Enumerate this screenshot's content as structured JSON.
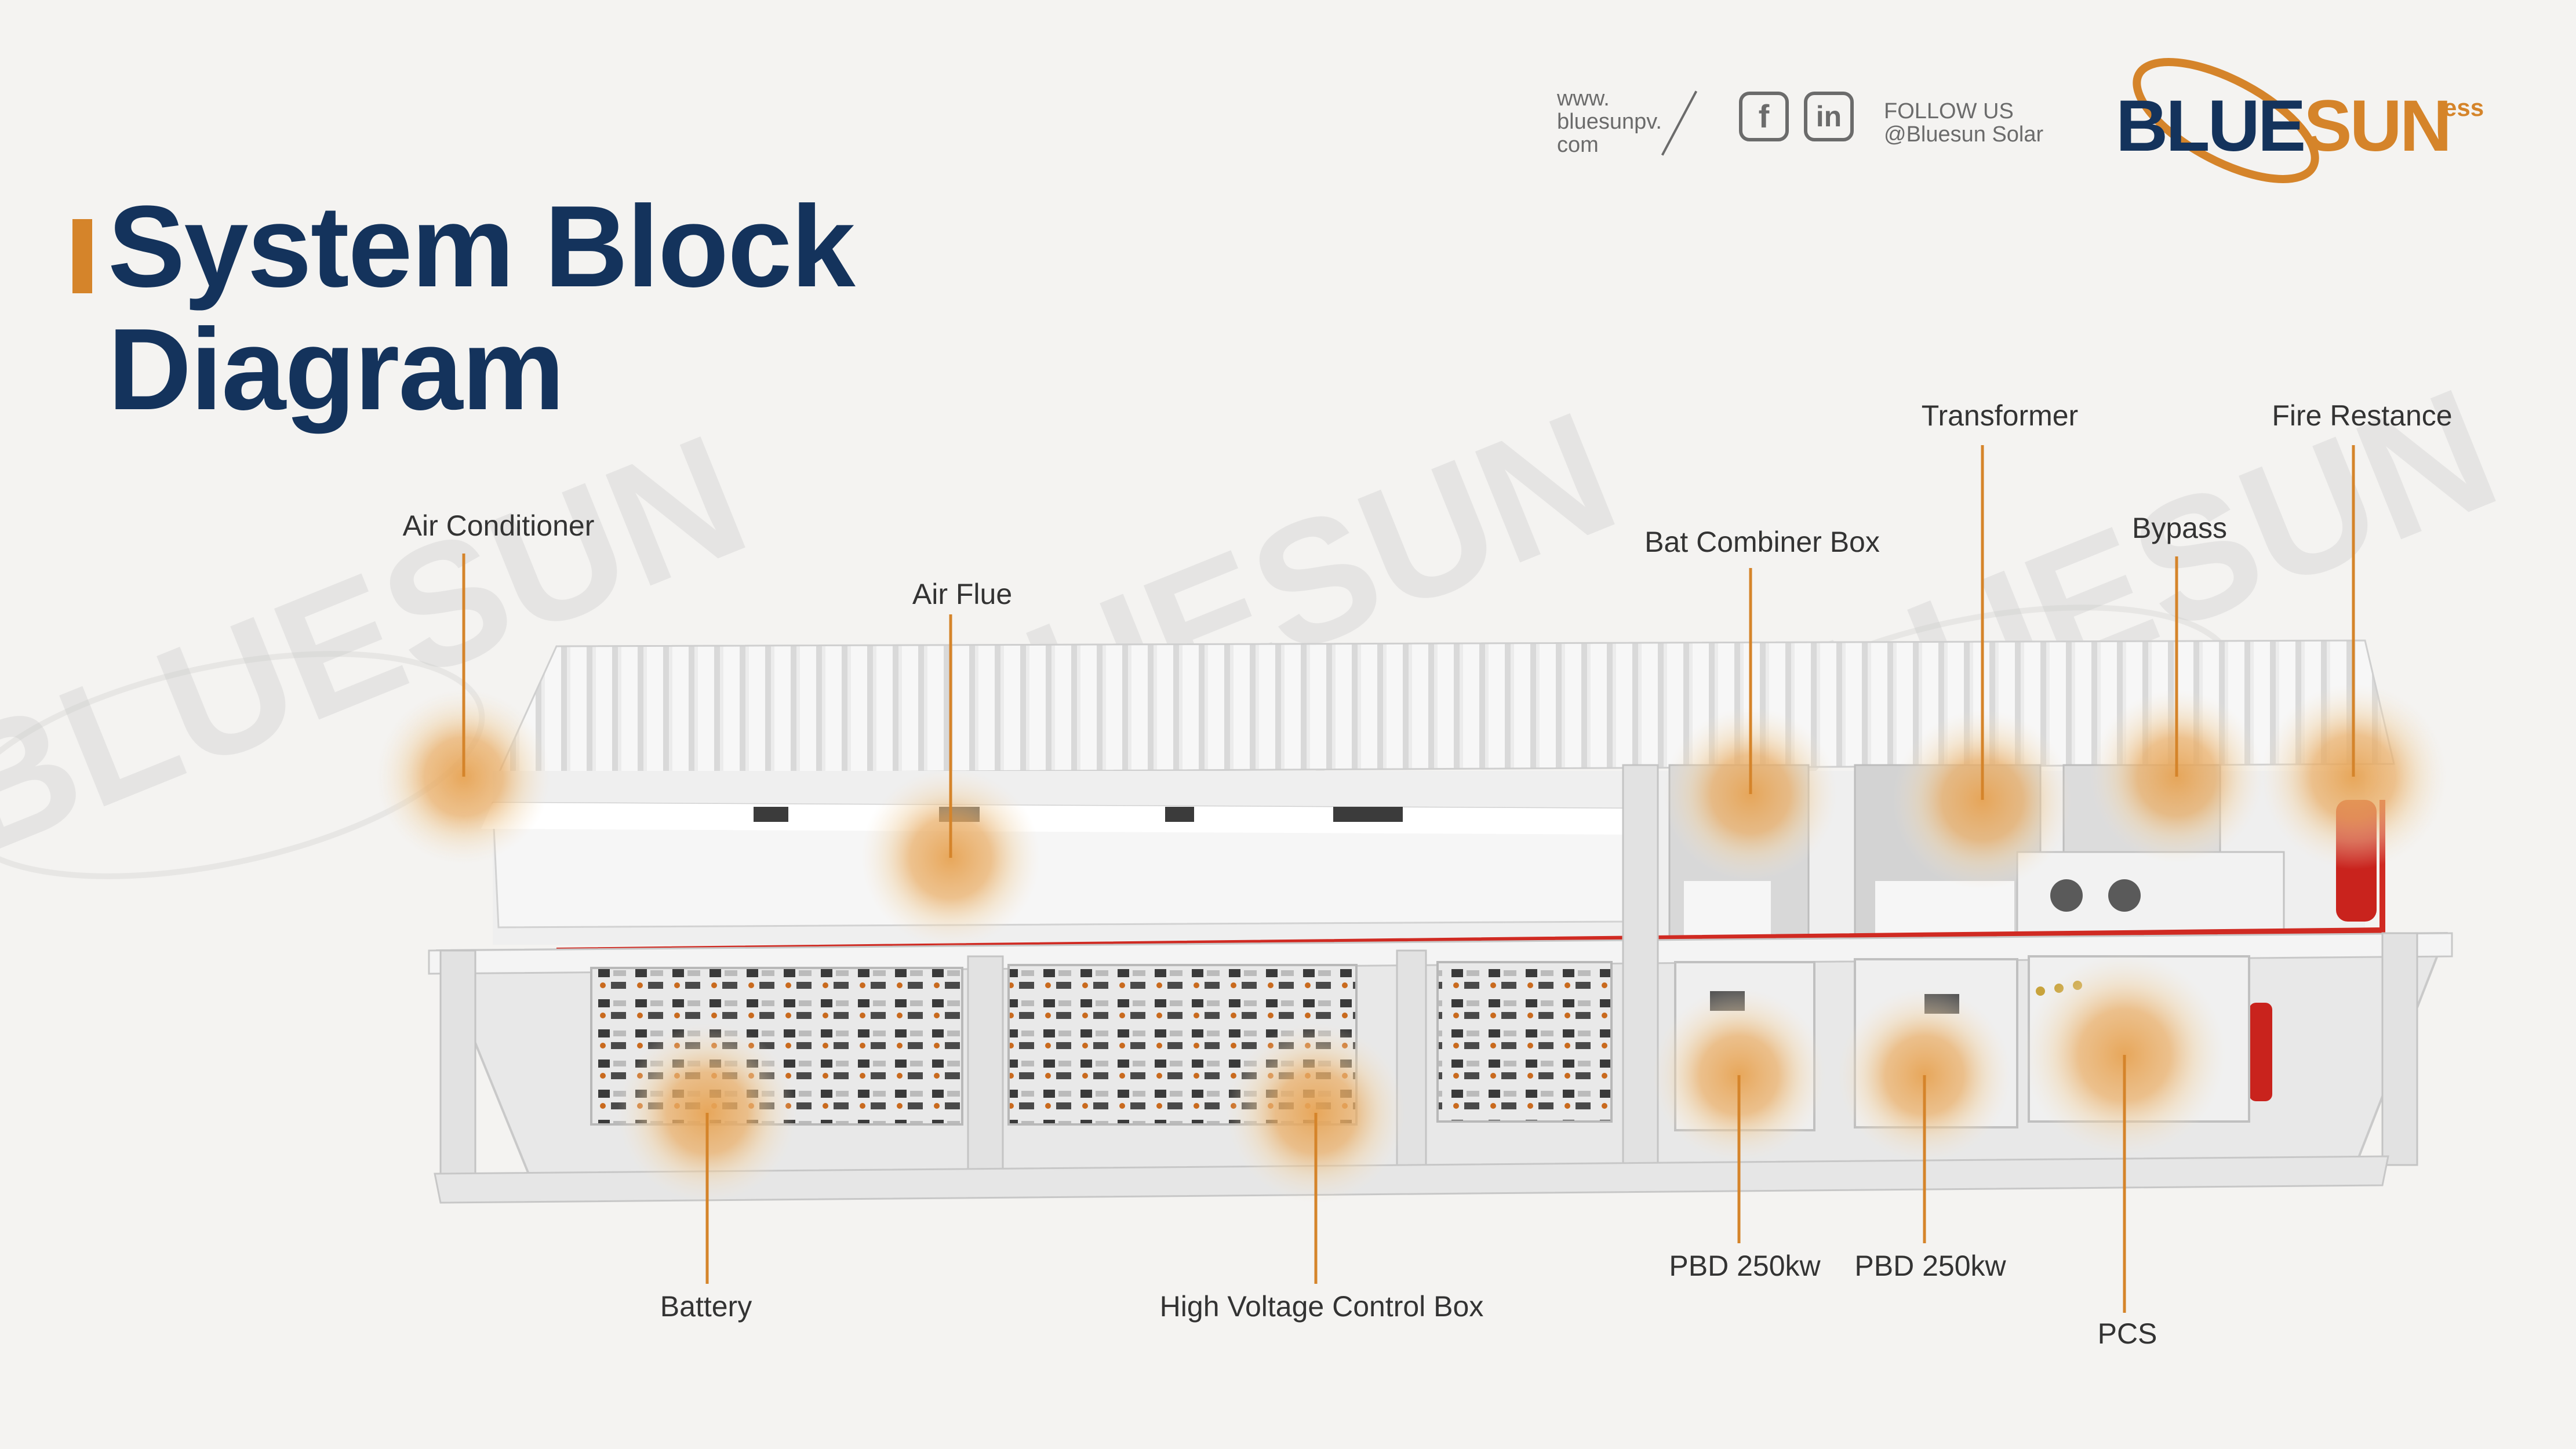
{
  "title": {
    "line1": "System Block",
    "line2": "Diagram"
  },
  "header": {
    "website": [
      "www.",
      "bluesunpv.",
      "com"
    ],
    "follow": "FOLLOW US",
    "handle": "@Bluesun Solar",
    "brand_main": "BLUESUN",
    "brand_suffix": "ESS"
  },
  "watermark": "BLUESUN",
  "labels": {
    "air_conditioner": "Air Conditioner",
    "air_flue": "Air Flue",
    "bat_combiner_box": "Bat Combiner Box",
    "transformer": "Transformer",
    "bypass": "Bypass",
    "fire_restance": "Fire Restance",
    "battery": "Battery",
    "high_voltage_control_box": "High Voltage Control Box",
    "pbd_1": "PBD 250kw",
    "pbd_2": "PBD 250kw",
    "pcs": "PCS"
  },
  "colors": {
    "accent": "#d5842a",
    "title": "#14335c",
    "pipe": "#d02a22",
    "text": "#333333"
  }
}
